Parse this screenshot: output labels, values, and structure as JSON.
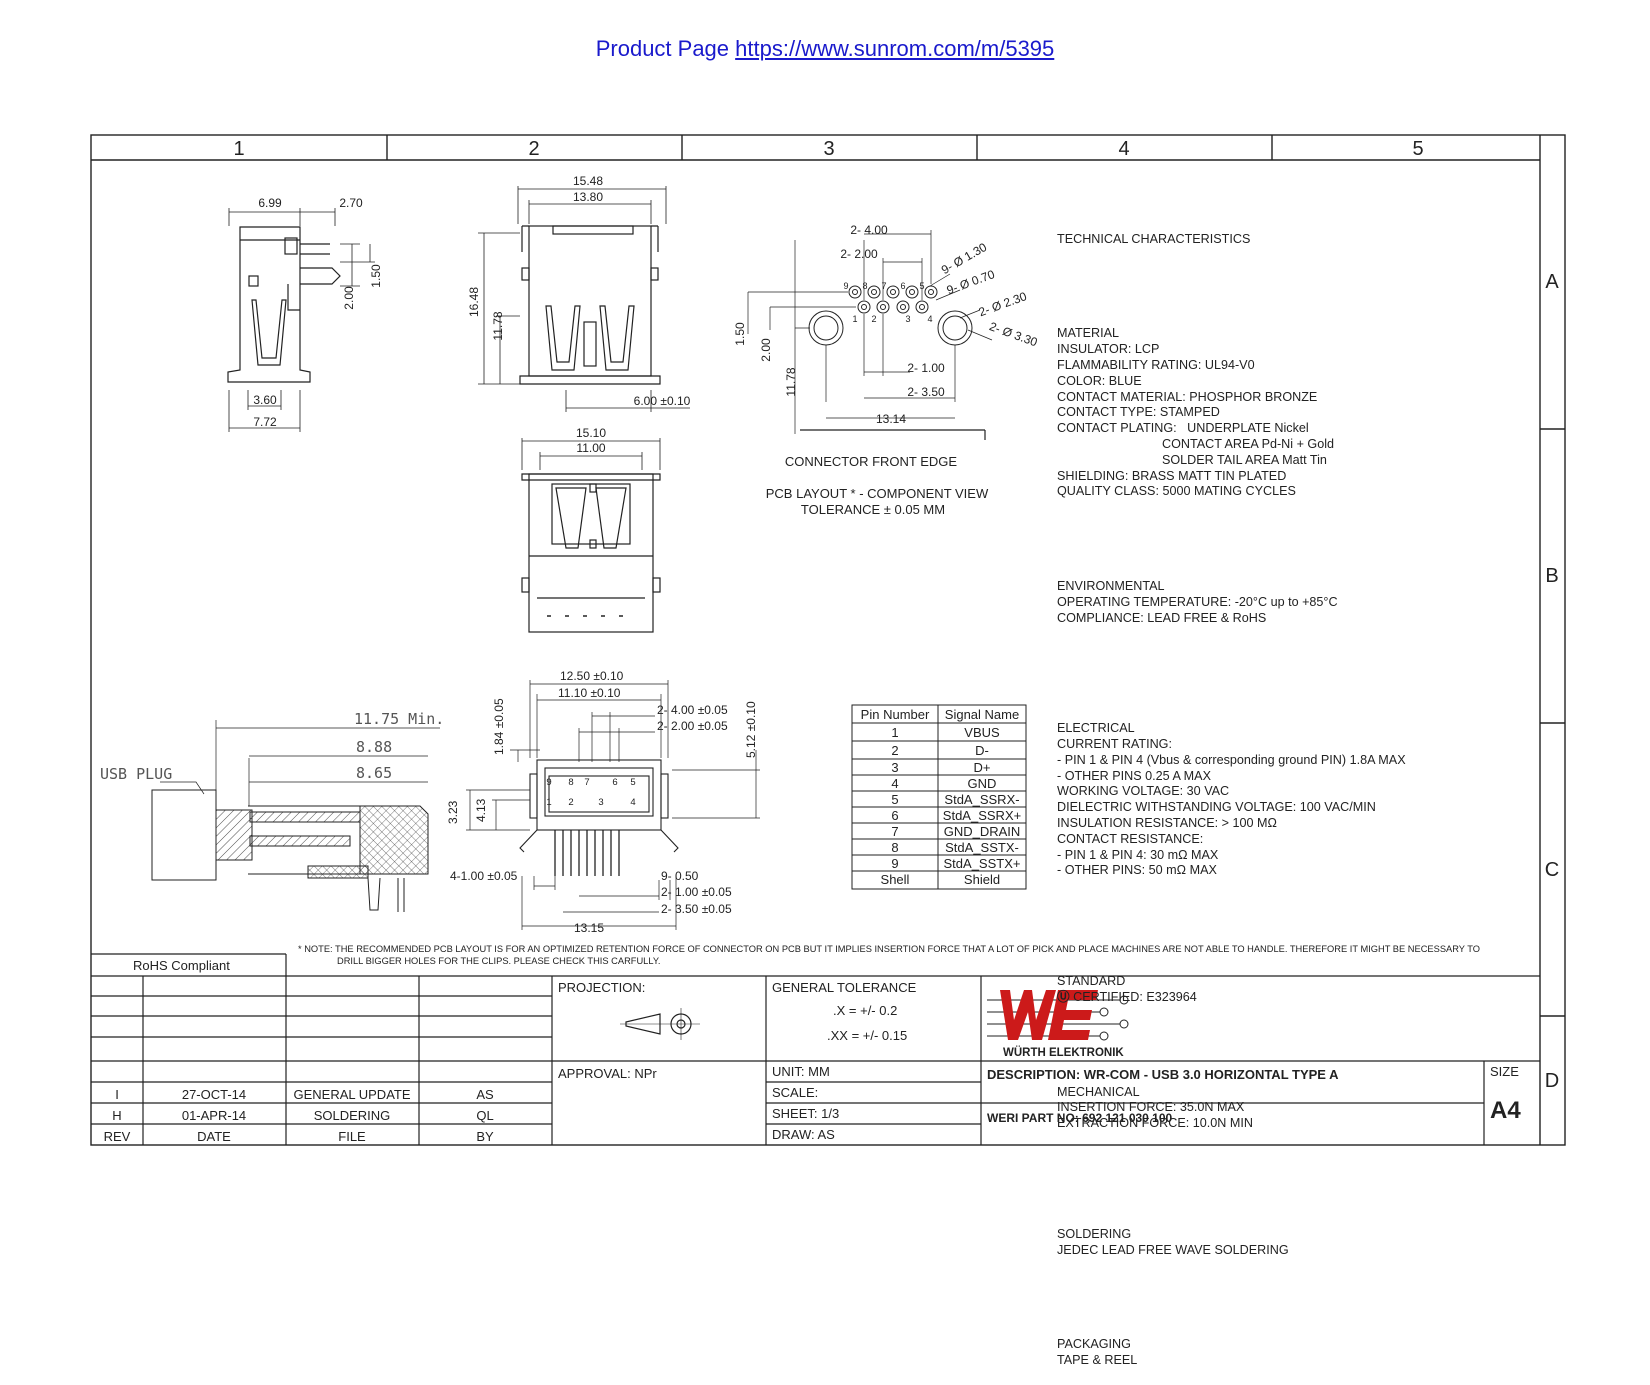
{
  "header": {
    "prefix": "Product Page",
    "url": "https://www.sunrom.com/m/5395"
  },
  "grid": {
    "columns": [
      "1",
      "2",
      "3",
      "4",
      "5"
    ],
    "rows": [
      "A",
      "B",
      "C",
      "D"
    ]
  },
  "dims": {
    "side": [
      "6.99",
      "2.70",
      "1.50",
      "2.00",
      "3.60",
      "7.72"
    ],
    "front": [
      "15.48",
      "13.80",
      "16.48",
      "11.78",
      "6.00 ±0.10"
    ],
    "back": [
      "15.10",
      "11.00"
    ],
    "pcb": [
      "2- 4.00",
      "2- 2.00",
      "9- Ø 1.30",
      "9- Ø 0.70",
      "2- Ø 2.30",
      "2- Ø 3.30",
      "1.50",
      "2.00",
      "11.78",
      "2- 1.00",
      "2- 3.50",
      "13.14"
    ],
    "pcb_pins_top": [
      "9",
      "8",
      "7",
      "6",
      "5"
    ],
    "pcb_pins_bottom": [
      "1",
      "2",
      "3",
      "4"
    ],
    "pcb_caption": [
      "CONNECTOR FRONT EDGE",
      "PCB LAYOUT * - COMPONENT VIEW",
      "TOLERANCE ± 0.05 MM"
    ],
    "section": [
      "11.75 Min.",
      "8.88",
      "8.65",
      "USB PLUG"
    ],
    "face": [
      "12.50 ±0.10",
      "11.10 ±0.10",
      "2- 4.00 ±0.05",
      "2- 2.00 ±0.05",
      "1.84 ±0.05",
      "5.12 ±0.10",
      "3.23",
      "4.13",
      "4-1.00 ±0.05",
      "9- 0.50",
      "2- 1.00 ±0.05",
      "2- 3.50 ±0.05",
      "13.15"
    ],
    "face_pins": [
      "9",
      "8",
      "7",
      "6",
      "5",
      "1",
      "2",
      "3",
      "4"
    ]
  },
  "pin_table": {
    "headers": [
      "Pin Number",
      "Signal Name"
    ],
    "rows": [
      [
        "1",
        "VBUS"
      ],
      [
        "2",
        "D-"
      ],
      [
        "3",
        "D+"
      ],
      [
        "4",
        "GND"
      ],
      [
        "5",
        "StdA_SSRX-"
      ],
      [
        "6",
        "StdA_SSRX+"
      ],
      [
        "7",
        "GND_DRAIN"
      ],
      [
        "8",
        "StdA_SSTX-"
      ],
      [
        "9",
        "StdA_SSTX+"
      ],
      [
        "Shell",
        "Shield"
      ]
    ]
  },
  "specs": {
    "technical": [
      "TECHNICAL CHARACTERISTICS"
    ],
    "material": [
      "MATERIAL",
      "INSULATOR: LCP",
      "FLAMMABILITY RATING: UL94-V0",
      "COLOR: BLUE",
      "CONTACT MATERIAL: PHOSPHOR BRONZE",
      "CONTACT TYPE: STAMPED",
      "CONTACT PLATING:   UNDERPLATE Nickel",
      "                              CONTACT AREA Pd-Ni + Gold",
      "                              SOLDER TAIL AREA Matt Tin",
      "SHIELDING: BRASS MATT TIN PLATED",
      "QUALITY CLASS: 5000 MATING CYCLES"
    ],
    "environmental": [
      "ENVIRONMENTAL",
      "OPERATING TEMPERATURE: -20°C up to +85°C",
      "COMPLIANCE: LEAD FREE & RoHS"
    ],
    "electrical": [
      "ELECTRICAL",
      "CURRENT RATING:",
      "- PIN 1 & PIN 4 (Vbus & corresponding ground PIN) 1.8A MAX",
      "- OTHER PINS 0.25 A MAX",
      "WORKING VOLTAGE: 30 VAC",
      "DIELECTRIC WITHSTANDING VOLTAGE: 100 VAC/MIN",
      "INSULATION RESISTANCE: > 100 MΩ",
      "CONTACT RESISTANCE:",
      "- PIN 1 & PIN 4: 30 mΩ MAX",
      "- OTHER PINS: 50 mΩ MAX"
    ],
    "standard": [
      "STANDARD",
      "CERTIFIED: E323964"
    ],
    "mechanical": [
      "MECHANICAL",
      "INSERTION FORCE: 35.0N MAX",
      "EXTRACTION FORCE: 10.0N MIN"
    ],
    "soldering": [
      "SOLDERING",
      "JEDEC LEAD FREE WAVE SOLDERING"
    ],
    "packaging": [
      "PACKAGING",
      "TAPE & REEL"
    ]
  },
  "note": {
    "line1": "* NOTE: THE RECOMMENDED PCB LAYOUT IS FOR AN OPTIMIZED RETENTION FORCE OF CONNECTOR ON PCB BUT IT IMPLIES INSERTION FORCE THAT A LOT OF PICK AND PLACE MACHINES ARE NOT ABLE TO HANDLE.  THEREFORE IT MIGHT BE NECESSARY TO",
    "line2": "DRILL BIGGER HOLES FOR THE CLIPS. PLEASE CHECK THIS CARFULLY."
  },
  "title_block": {
    "rohs": "RoHS Compliant",
    "revisions": [
      {
        "rev": "I",
        "date": "27-OCT-14",
        "file": "GENERAL UPDATE",
        "by": "AS"
      },
      {
        "rev": "H",
        "date": "01-APR-14",
        "file": "SOLDERING",
        "by": "QL"
      }
    ],
    "rev_headers": {
      "rev": "REV",
      "date": "DATE",
      "file": "FILE",
      "by": "BY"
    },
    "projection": "PROJECTION:",
    "approval": "APPROVAL: NPr",
    "general_tolerance": "GENERAL TOLERANCE",
    "tol_x": ".X = +/- 0.2",
    "tol_xx": ".XX = +/- 0.15",
    "unit": "UNIT: MM",
    "scale": "SCALE:",
    "sheet": "SHEET: 1/3",
    "draw": "DRAW: AS",
    "logo_text": "WÜRTH ELEKTRONIK",
    "description": "DESCRIPTION: WR-COM - USB 3.0 HORIZONTAL TYPE A",
    "part_no": "WERI PART NO: 692 121 030 100",
    "size_label": "SIZE",
    "size_value": "A4",
    "brand_color": "#cc1a1a"
  }
}
